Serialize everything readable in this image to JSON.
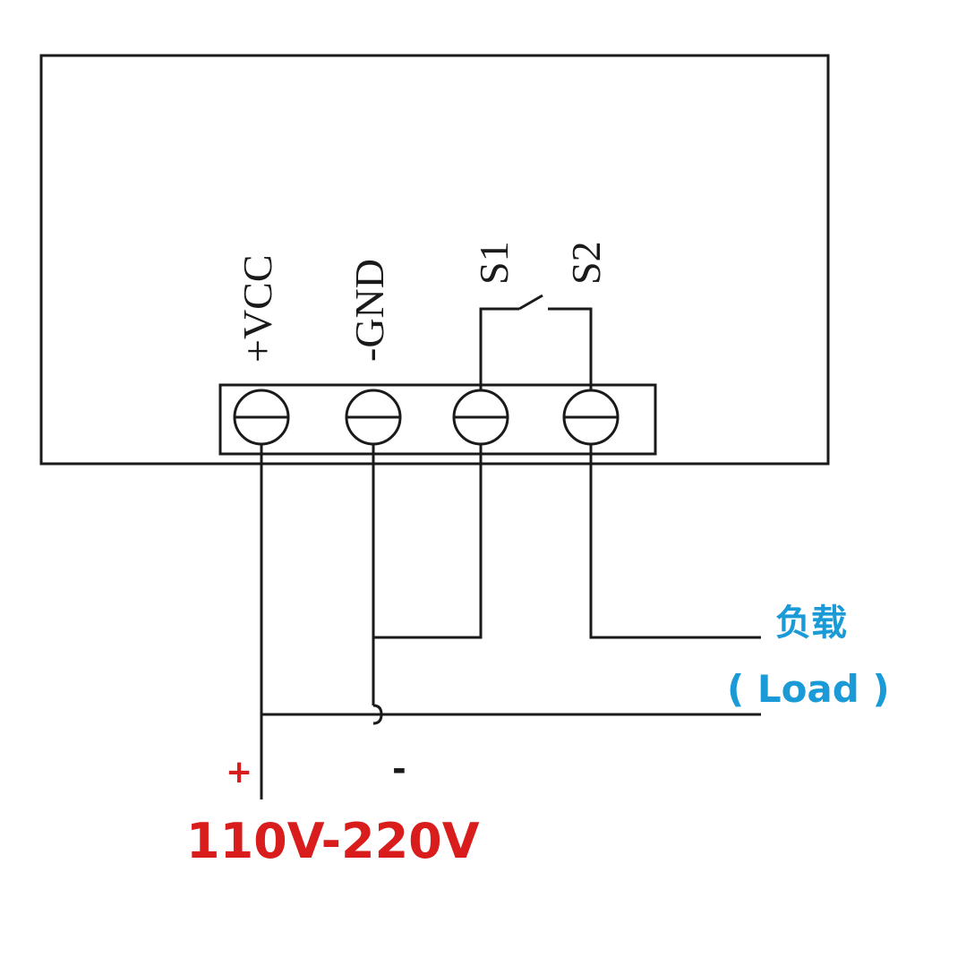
{
  "terminals": [
    {
      "id": "vcc",
      "label": "+VCC"
    },
    {
      "id": "gnd",
      "label": "-GND"
    },
    {
      "id": "s1",
      "label": "S1"
    },
    {
      "id": "s2",
      "label": "S2"
    }
  ],
  "load": {
    "label_cn": "负载",
    "label_en": "( Load )"
  },
  "supply": {
    "plus": "+",
    "minus": "-",
    "voltage": "110V-220V"
  },
  "colors": {
    "line": "#1a1a1a",
    "load_label": "#1a9ad6",
    "supply_label": "#d91c1c"
  }
}
